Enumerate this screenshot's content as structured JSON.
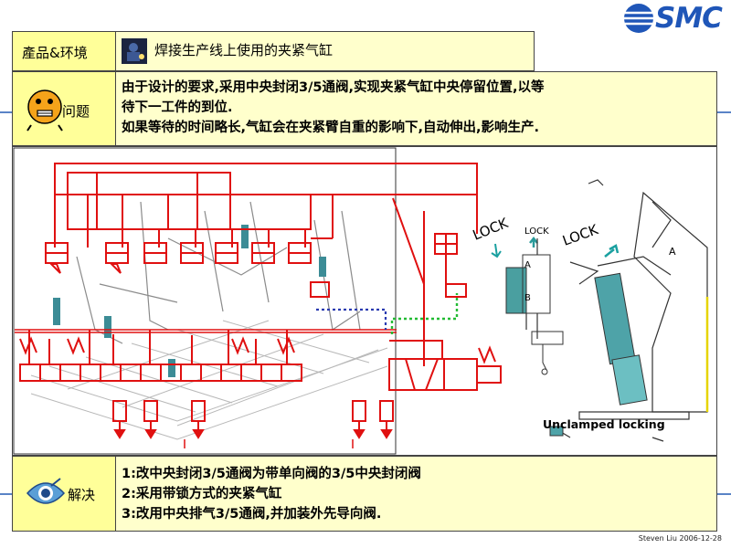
{
  "header": {
    "logo_text": "SMC"
  },
  "rows": {
    "product": {
      "label": "產品&环境",
      "text": "焊接生产线上使用的夹紧气缸",
      "icon": "welder-photo-icon"
    },
    "problem": {
      "label": "问题",
      "icon": "worried-face-icon",
      "lines": [
        "由于设计的要求,采用中央封闭3/5通阀,实现夹紧气缸中央停留位置,以等",
        "待下一工件的到位.",
        "如果等待的时间略长,气缸会在夹紧臂自重的影响下,自动伸出,影响生产."
      ]
    },
    "solution": {
      "label": "解决",
      "icon": "eye-target-icon",
      "lines": [
        "1:改中央封闭3/5通阀为带单向阀的3/5中央封闭阀",
        "2:采用带锁方式的夹紧气缸",
        "3:改用中央排气3/5通阀,并加装外先导向阀."
      ]
    }
  },
  "diagram": {
    "labels": {
      "lock_rotated": "LOCK",
      "lock_small": "LOCK",
      "lock_angled": "LOCK",
      "a_small": "A",
      "b_small": "B",
      "a_large": "A",
      "unclamped": "Unclamped locking"
    }
  },
  "footer": {
    "credit": "Steven Liu 2006-12-28"
  },
  "colors": {
    "schematic_red": "#e01010",
    "cylinder_teal": "#2a8a8a",
    "row_yellow": "#ffffcc",
    "label_yellow": "#ffff99",
    "logo_blue": "#1f56b8"
  }
}
